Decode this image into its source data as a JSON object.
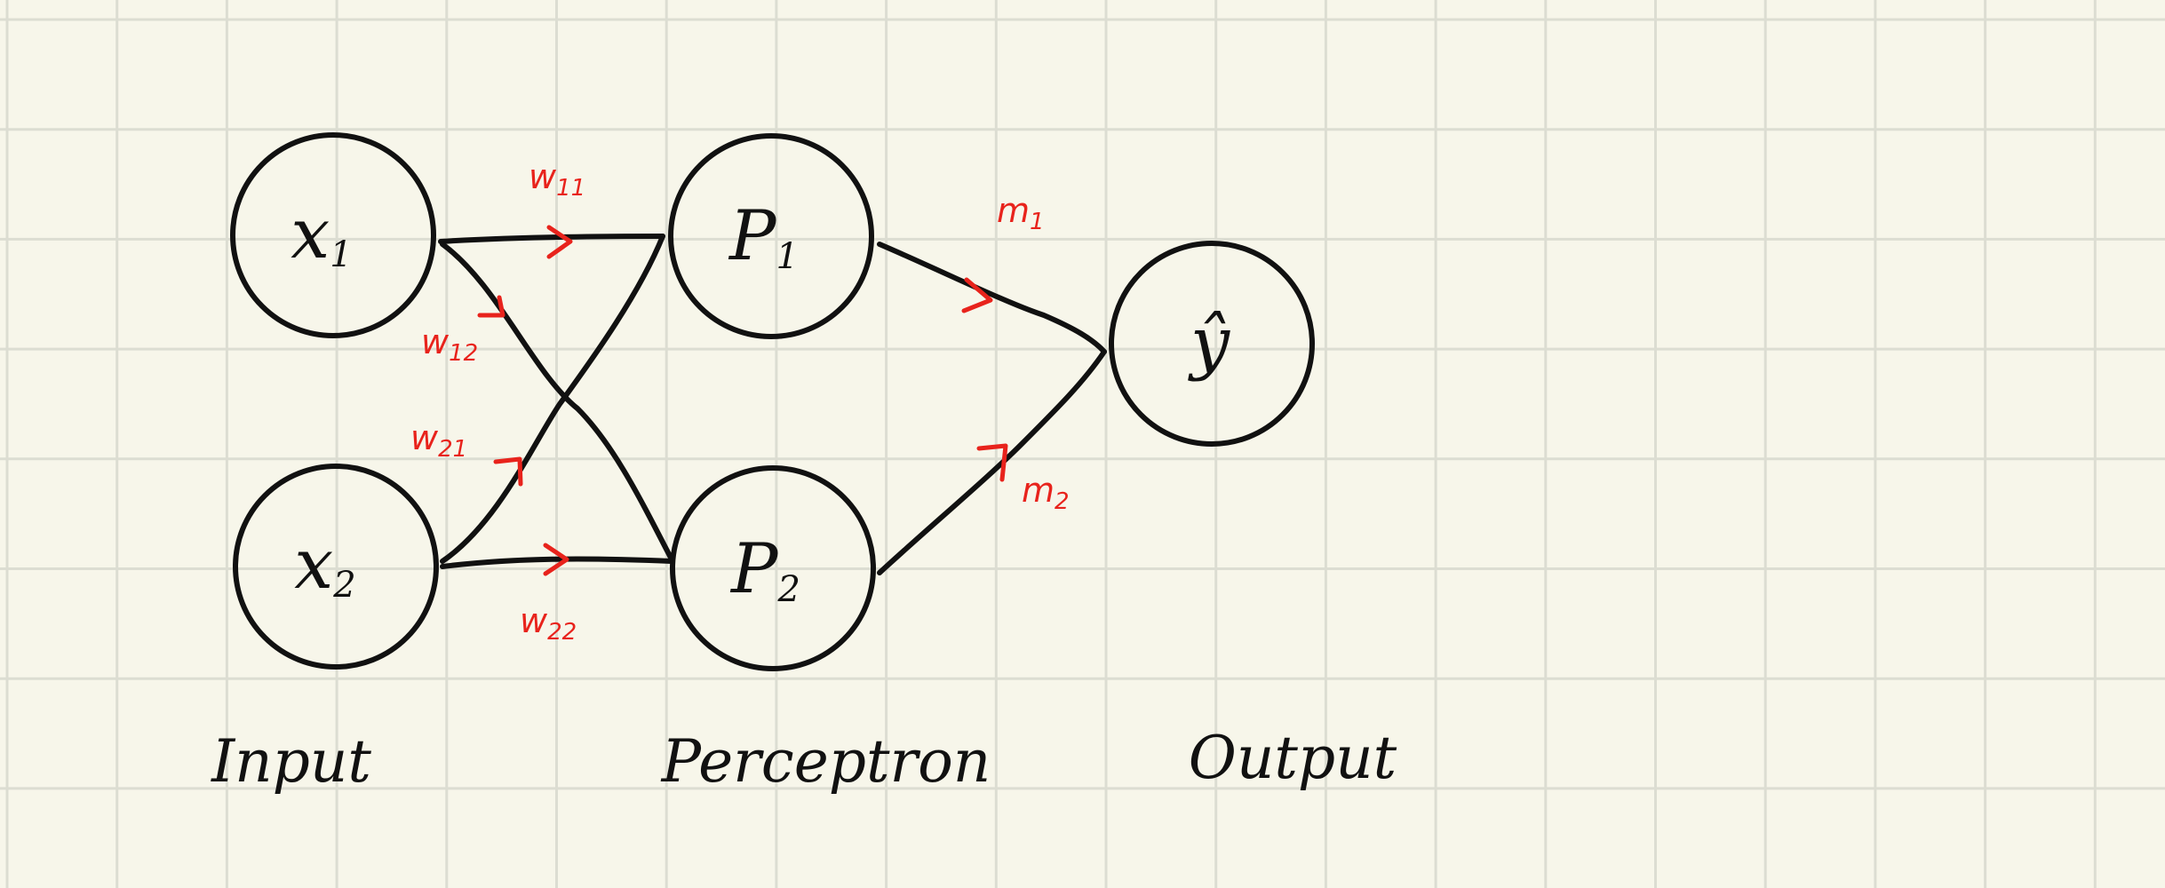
{
  "nodes": {
    "x1": {
      "symbol": "x",
      "subscript": "1"
    },
    "x2": {
      "symbol": "x",
      "subscript": "2"
    },
    "p1": {
      "symbol": "P",
      "subscript": "1"
    },
    "p2": {
      "symbol": "P",
      "subscript": "2"
    },
    "y": {
      "symbol": "ŷ"
    }
  },
  "weights": {
    "w11": {
      "symbol": "w",
      "subscript": "11"
    },
    "w12": {
      "symbol": "w",
      "subscript": "12"
    },
    "w21": {
      "symbol": "w",
      "subscript": "21"
    },
    "w22": {
      "symbol": "w",
      "subscript": "22"
    },
    "m1": {
      "symbol": "m",
      "subscript": "1"
    },
    "m2": {
      "symbol": "m",
      "subscript": "2"
    }
  },
  "layers": {
    "input": "Input",
    "perceptron": "Perceptron",
    "output": "Output"
  },
  "colors": {
    "background": "#f7f6ea",
    "grid": "#dcddd2",
    "ink": "#111111",
    "weight_ink": "#e8231c"
  }
}
